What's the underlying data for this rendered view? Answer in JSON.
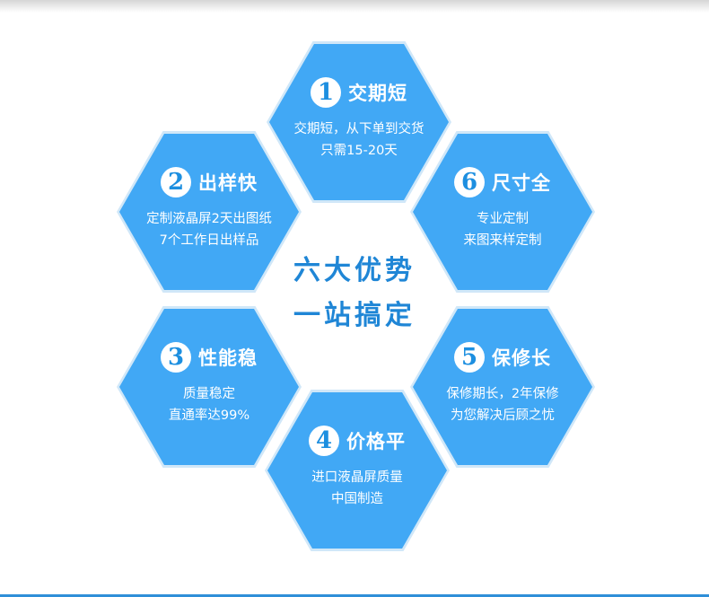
{
  "center": {
    "line1": "六大优势",
    "line2": "一站搞定"
  },
  "items": [
    {
      "number": "1",
      "title": "交期短",
      "lines": [
        "交期短，从下单到交货",
        "只需15-20天"
      ]
    },
    {
      "number": "2",
      "title": "出样快",
      "lines": [
        "定制液晶屏2天出图纸",
        "7个工作日出样品"
      ]
    },
    {
      "number": "3",
      "title": "性能稳",
      "lines": [
        "质量稳定",
        "直通率达99%"
      ]
    },
    {
      "number": "4",
      "title": "价格平",
      "lines": [
        "进口液晶屏质量",
        "中国制造"
      ]
    },
    {
      "number": "5",
      "title": "保修长",
      "lines": [
        "保修期长，2年保修",
        "为您解决后顾之忧"
      ]
    },
    {
      "number": "6",
      "title": "尺寸全",
      "lines": [
        "专业定制",
        "来图来样定制"
      ]
    }
  ],
  "colors": {
    "hex": "#41a8f5",
    "accent": "#1f86d6",
    "bottom_bar": "#2f8fd8"
  }
}
